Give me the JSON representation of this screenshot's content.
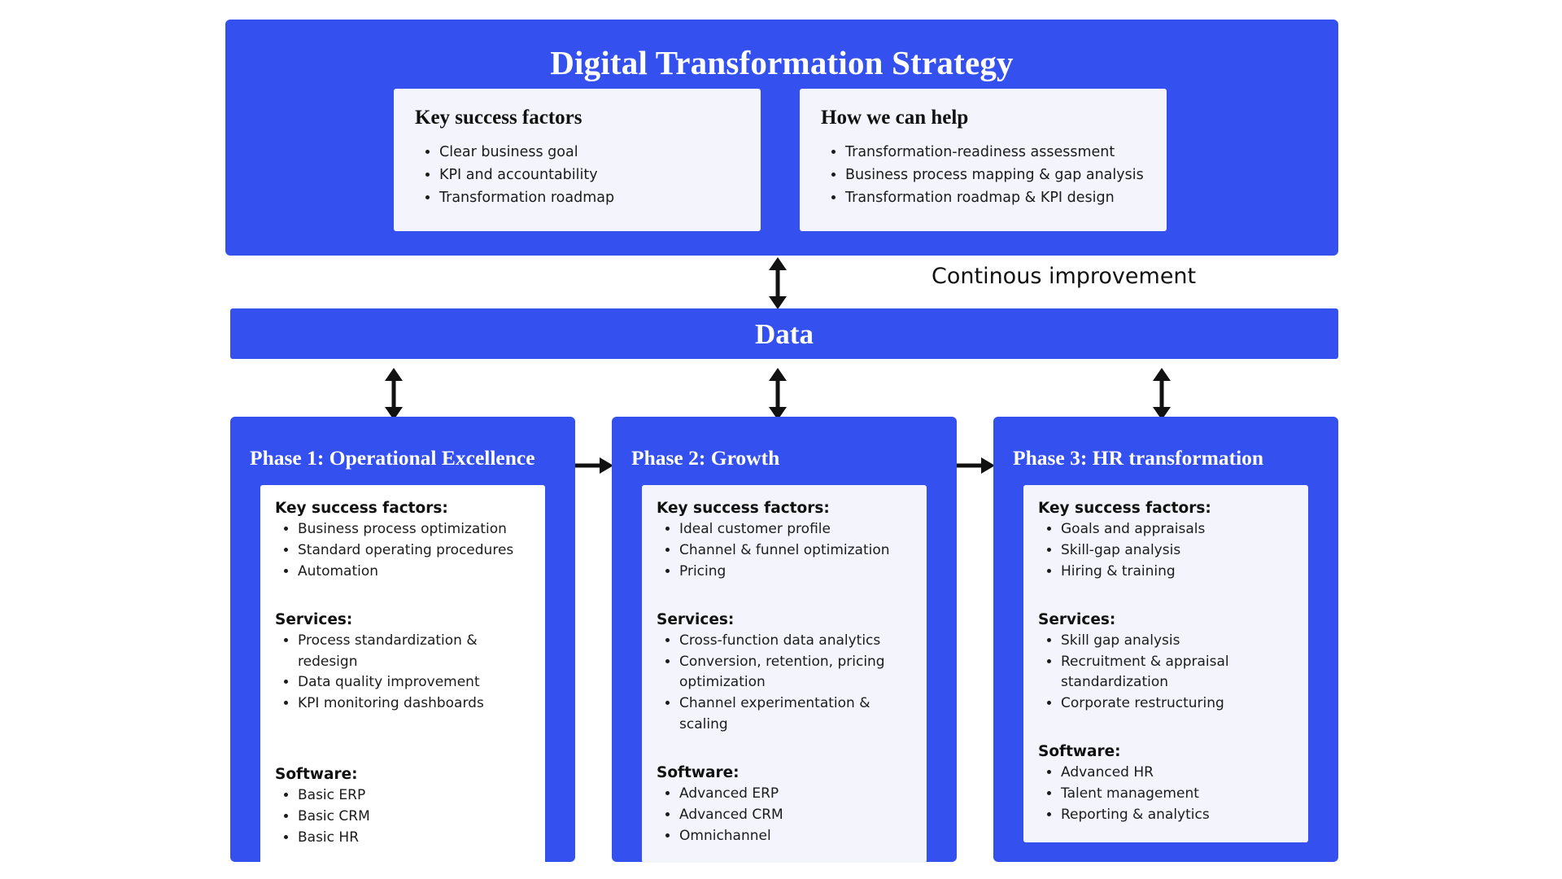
{
  "colors": {
    "brand_blue": "#3450EF",
    "card_white": "#FFFFFF",
    "card_tint": "#F4F5FC",
    "text_dark": "#111111",
    "arrow_black": "#111111"
  },
  "strategy": {
    "title": "Digital Transformation Strategy",
    "cards": [
      {
        "heading": "Key success factors",
        "items": [
          "Clear business goal",
          "KPI and accountability",
          "Transformation roadmap"
        ]
      },
      {
        "heading": "How we can help",
        "items": [
          "Transformation-readiness assessment",
          "Business process mapping & gap analysis",
          "Transformation roadmap & KPI design"
        ]
      }
    ]
  },
  "continuous_improvement_label": "Continous improvement",
  "data_bar": {
    "label": "Data"
  },
  "phases": [
    {
      "title": "Phase 1: Operational Excellence",
      "card_style": "white",
      "sections": [
        {
          "heading": "Key success factors:",
          "items": [
            "Business process optimization",
            "Standard operating procedures",
            "Automation"
          ]
        },
        {
          "heading": "Services:",
          "items": [
            "Process standardization & redesign",
            "Data quality improvement",
            "KPI monitoring dashboards"
          ]
        },
        {
          "heading": "Software:",
          "items": [
            "Basic ERP",
            "Basic CRM",
            "Basic HR"
          ]
        }
      ]
    },
    {
      "title": "Phase 2: Growth",
      "card_style": "tint",
      "sections": [
        {
          "heading": "Key success factors:",
          "items": [
            "Ideal customer profile",
            "Channel & funnel optimization",
            "Pricing"
          ]
        },
        {
          "heading": "Services:",
          "items": [
            "Cross-function data analytics",
            "Conversion, retention, pricing optimization",
            "Channel experimentation & scaling"
          ]
        },
        {
          "heading": "Software:",
          "items": [
            "Advanced ERP",
            "Advanced CRM",
            "Omnichannel"
          ]
        }
      ]
    },
    {
      "title": "Phase 3: HR transformation",
      "card_style": "tint",
      "sections": [
        {
          "heading": "Key success factors:",
          "items": [
            "Goals and appraisals",
            "Skill-gap analysis",
            "Hiring & training"
          ]
        },
        {
          "heading": "Services:",
          "items": [
            "Skill gap analysis",
            "Recruitment & appraisal standardization",
            "Corporate restructuring"
          ]
        },
        {
          "heading": "Software:",
          "items": [
            "Advanced HR",
            "Talent management",
            "Reporting & analytics"
          ]
        }
      ]
    }
  ],
  "arrows": {
    "strategy_to_data": "double-headed-vertical-arrow",
    "data_to_phase1": "double-headed-vertical-arrow",
    "data_to_phase2": "double-headed-vertical-arrow",
    "data_to_phase3": "double-headed-vertical-arrow",
    "phase1_to_phase2": "right-arrow",
    "phase2_to_phase3": "right-arrow"
  }
}
